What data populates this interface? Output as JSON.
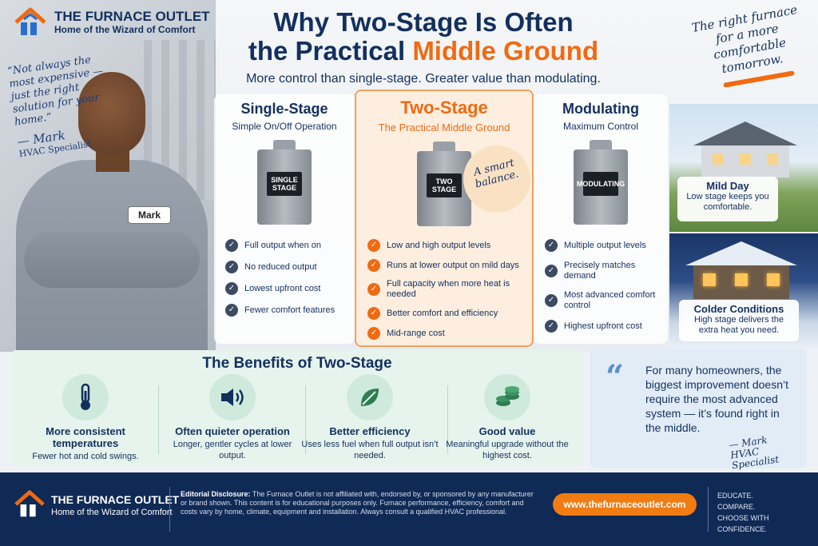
{
  "brand": {
    "name": "THE FURNACE OUTLET",
    "tagline": "Home of the Wizard of Comfort"
  },
  "colors": {
    "navy": "#12305e",
    "orange": "#f06a12",
    "mint": "#e7f4ee"
  },
  "title": {
    "line1": "Why Two-Stage Is Often",
    "line2_start": "the Practical ",
    "line2_accent": "Middle Ground"
  },
  "subtitle": "More control than single-stage. Greater value than modulating.",
  "left_quote": {
    "text": "“Not always the most expensive — just the right solution for your home.”",
    "signature": "— Mark",
    "role": "HVAC Specialist",
    "nametag": "Mark"
  },
  "right_quote": "The right furnace for a more comfortable tomorrow.",
  "columns": {
    "single": {
      "title": "Single-Stage",
      "subtitle": "Simple On/Off Operation",
      "panel": "SINGLE STAGE",
      "items": [
        "Full output when on",
        "No reduced output",
        "Lowest upfront cost",
        "Fewer comfort features"
      ]
    },
    "two": {
      "title": "Two-Stage",
      "subtitle": "The Practical Middle Ground",
      "panel": "TWO STAGE",
      "badge": "A smart balance.",
      "items": [
        "Low and high output levels",
        "Runs at lower output on mild days",
        "Full capacity when more heat is needed",
        "Better comfort and efficiency",
        "Mid-range cost"
      ]
    },
    "mod": {
      "title": "Modulating",
      "subtitle": "Maximum Control",
      "panel": "MODULATING",
      "items": [
        "Multiple output levels",
        "Precisely matches demand",
        "Most advanced comfort control",
        "Highest upfront cost"
      ]
    }
  },
  "scenes": {
    "mild": {
      "title": "Mild Day",
      "desc": "Low stage keeps you comfortable."
    },
    "cold": {
      "title": "Colder Conditions",
      "desc": "High stage delivers the extra heat you need."
    }
  },
  "benefits": {
    "title": "The Benefits of Two-Stage",
    "items": [
      {
        "icon": "thermometer-icon",
        "title": "More consistent temperatures",
        "desc": "Fewer hot and cold swings."
      },
      {
        "icon": "speaker-icon",
        "title": "Often quieter operation",
        "desc": "Longer, gentler cycles at lower output."
      },
      {
        "icon": "leaf-icon",
        "title": "Better efficiency",
        "desc": "Uses less fuel when full output isn’t needed."
      },
      {
        "icon": "coins-icon",
        "title": "Good value",
        "desc": "Meaningful upgrade without the highest cost."
      }
    ]
  },
  "quote_box": {
    "text": "For many homeowners, the biggest improvement doesn’t require the most advanced system — it’s found right in the middle.",
    "signature": "— Mark",
    "role": "HVAC Specialist"
  },
  "footer": {
    "disclosure_label": "Editorial Disclosure:",
    "disclosure": "The Furnace Outlet is not affiliated with, endorsed by, or sponsored by any manufacturer or brand shown. This content is for educational purposes only. Furnace performance, efficiency, comfort and costs vary by home, climate, equipment and installation. Always consult a qualified HVAC professional.",
    "url": "www.thefurnaceoutlet.com",
    "motto": [
      "EDUCATE.",
      "COMPARE.",
      "CHOOSE WITH CONFIDENCE."
    ]
  }
}
